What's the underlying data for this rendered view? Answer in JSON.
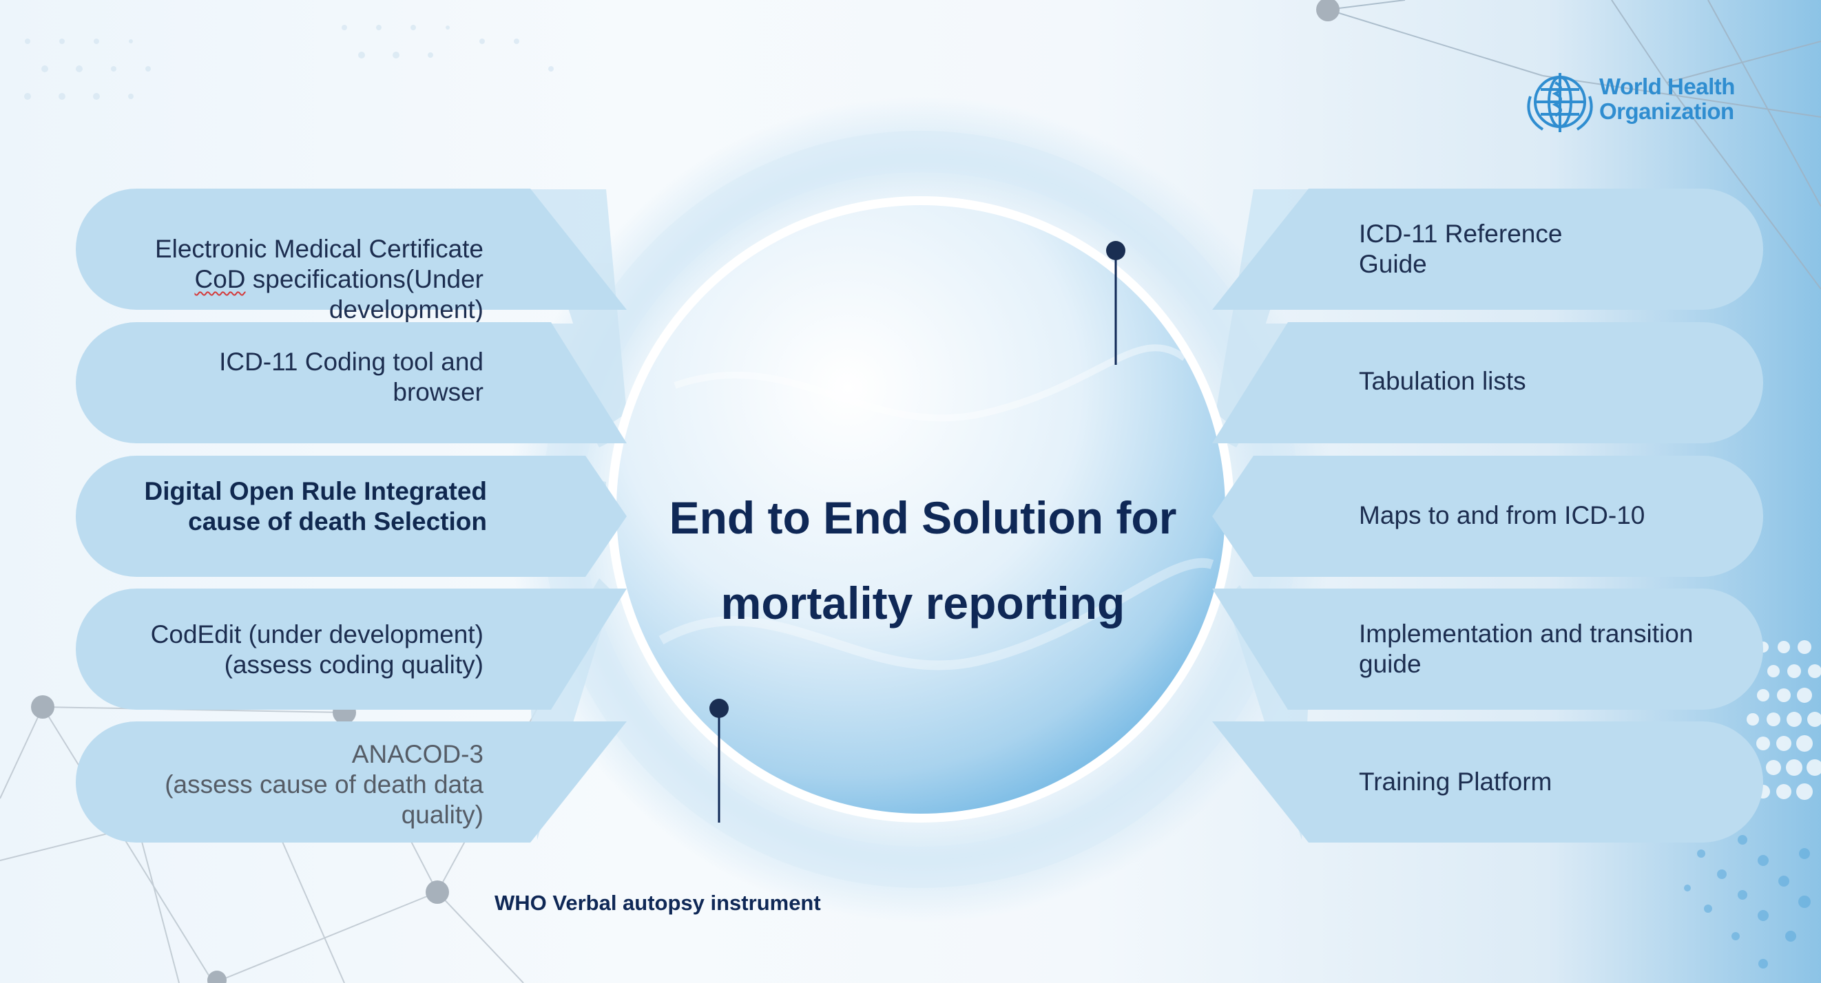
{
  "center_title": "End to End Solution for\nmortality reporting",
  "left_items": [
    {
      "label_line1": "Electronic Medical Certificate",
      "label_underlined": "CoD",
      "label_rest": " specifications(Under\ndevelopment)"
    },
    {
      "label": "ICD-11 Coding tool and\nbrowser"
    },
    {
      "label": "Digital Open Rule Integrated\ncause of death Selection"
    },
    {
      "label": "CodEdit (under development)\n(assess coding quality)"
    },
    {
      "label": "ANACOD-3\n(assess cause of death data\nquality)"
    }
  ],
  "right_items": [
    {
      "label": "ICD-11 Reference\nGuide"
    },
    {
      "label": "Tabulation lists"
    },
    {
      "label": "Maps to and from ICD-10"
    },
    {
      "label": "Implementation and transition\nguide"
    },
    {
      "label": "Training Platform"
    }
  ],
  "bottom_label": "WHO Verbal autopsy instrument",
  "logo": {
    "text": "World Health\nOrganization",
    "icon": "who-emblem-icon"
  },
  "colors": {
    "pill": "#bcdcf0",
    "title": "#0f2856",
    "logo": "#2f8dd0"
  }
}
